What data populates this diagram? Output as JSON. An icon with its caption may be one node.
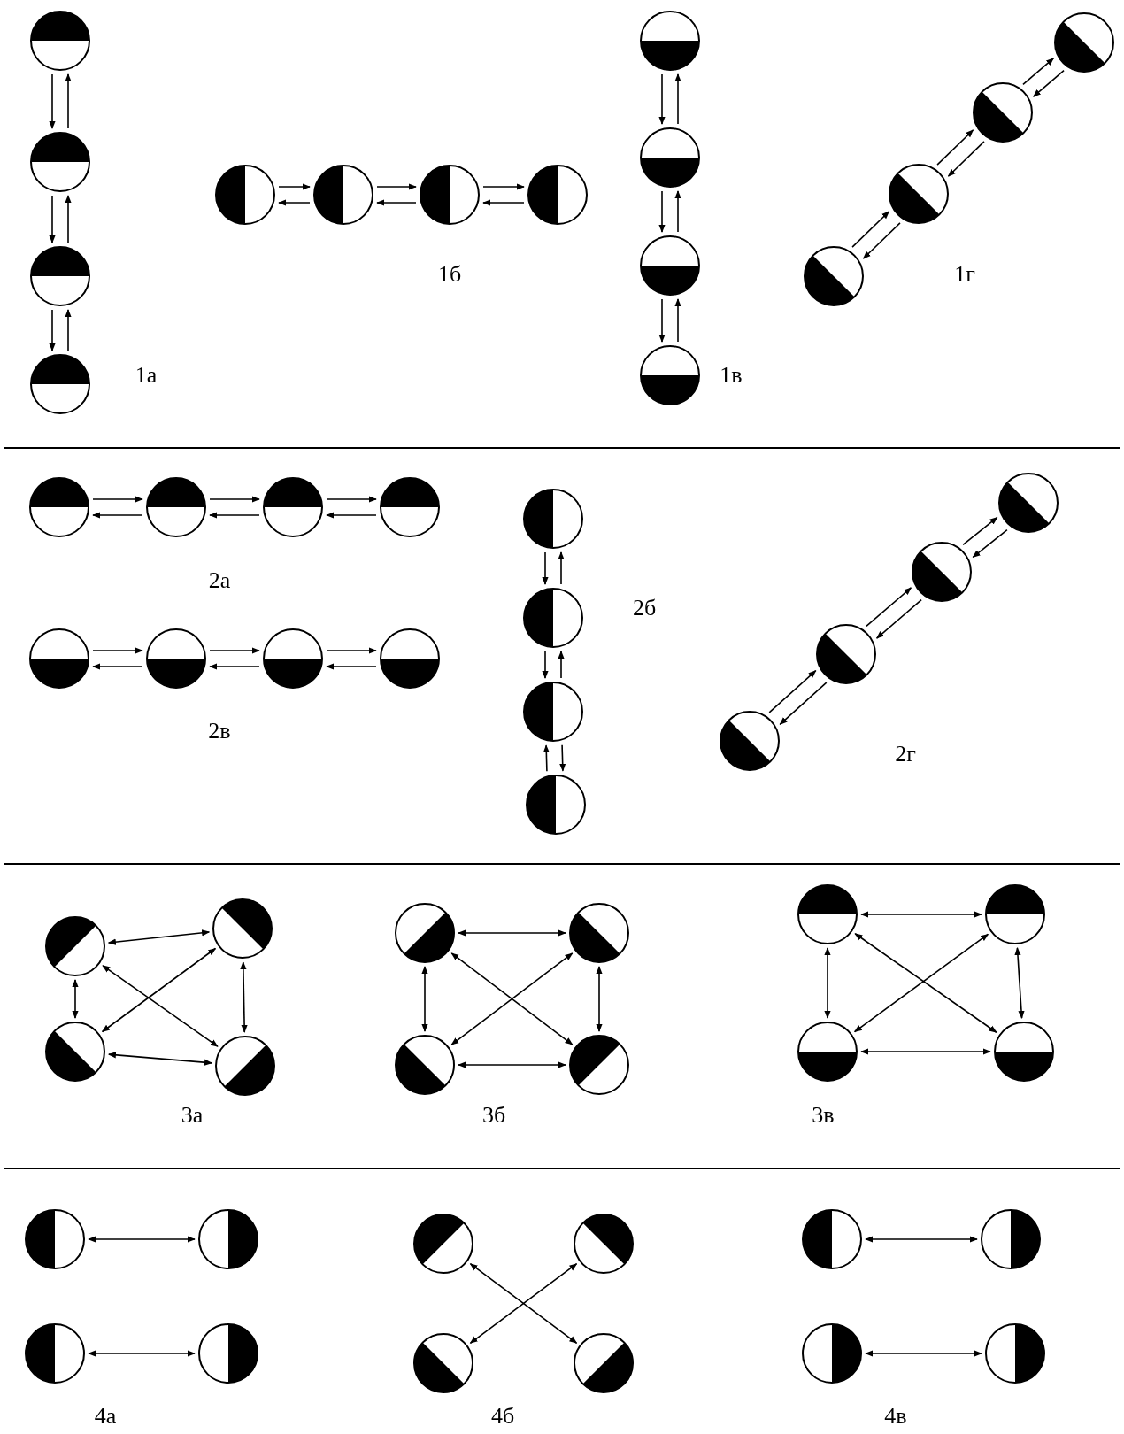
{
  "diagram": {
    "nodes": [
      {
        "text": [],
        "shape": "circle"
      },
      {
        "text": [],
        "shape": "circle"
      },
      {
        "text": [],
        "shape": "circle"
      },
      {
        "text": [],
        "shape": "circle"
      },
      {
        "text": [],
        "shape": "circle"
      },
      {
        "text": [],
        "shape": "circle"
      },
      {
        "text": [],
        "shape": "circle"
      },
      {
        "text": [],
        "shape": "circle"
      },
      {
        "text": [],
        "shape": "circle"
      },
      {
        "text": [],
        "shape": "circle"
      },
      {
        "text": [],
        "shape": "circle"
      },
      {
        "text": [],
        "shape": "circle"
      },
      {
        "text": [],
        "shape": "circle"
      },
      {
        "text": [],
        "shape": "circle"
      },
      {
        "text": [],
        "shape": "circle"
      },
      {
        "text": [],
        "shape": "circle"
      },
      {
        "text": [],
        "shape": "circle"
      },
      {
        "text": [],
        "shape": "circle"
      },
      {
        "text": [],
        "shape": "circle"
      },
      {
        "text": [],
        "shape": "circle"
      },
      {
        "text": [],
        "shape": "circle"
      },
      {
        "text": [],
        "shape": "circle"
      },
      {
        "text": [],
        "shape": "circle"
      },
      {
        "text": [],
        "shape": "circle"
      },
      {
        "text": [],
        "shape": "circle"
      },
      {
        "text": [],
        "shape": "circle"
      },
      {
        "text": [],
        "shape": "circle"
      },
      {
        "text": [],
        "shape": "circle"
      },
      {
        "text": [],
        "shape": "circle"
      },
      {
        "text": [],
        "shape": "circle"
      },
      {
        "text": [],
        "shape": "circle"
      },
      {
        "text": [],
        "shape": "circle"
      },
      {
        "text": [],
        "shape": "circle"
      },
      {
        "text": [],
        "shape": "circle"
      },
      {
        "text": [],
        "shape": "circle"
      },
      {
        "text": [],
        "shape": "circle"
      },
      {
        "text": [],
        "shape": "circle"
      },
      {
        "text": [],
        "shape": "circle"
      },
      {
        "text": [],
        "shape": "circle"
      },
      {
        "text": [],
        "shape": "circle"
      },
      {
        "text": [],
        "shape": "circle"
      },
      {
        "text": [],
        "shape": "circle"
      },
      {
        "text": [],
        "shape": "circle"
      },
      {
        "text": [],
        "shape": "circle"
      },
      {
        "text": [],
        "shape": "circle"
      },
      {
        "text": [],
        "shape": "circle"
      },
      {
        "text": [],
        "shape": "circle"
      },
      {
        "text": [],
        "shape": "circle"
      },
      {
        "text": [],
        "shape": "circle"
      },
      {
        "text": [],
        "shape": "circle"
      },
      {
        "text": [],
        "shape": "circle"
      },
      {
        "text": [],
        "shape": "circle"
      },
      {
        "text": [],
        "shape": "circle"
      },
      {
        "text": [],
        "shape": "circle"
      },
      {
        "text": [],
        "shape": "circle"
      },
      {
        "text": [],
        "shape": "circle"
      }
    ],
    "edges": [
      {
        "from": 0,
        "to": 1,
        "arrow": "to"
      },
      {
        "from": 1,
        "to": 0,
        "arrow": "to"
      },
      {
        "from": 1,
        "to": 2,
        "arrow": "to"
      },
      {
        "from": 2,
        "to": 1,
        "arrow": "to"
      },
      {
        "from": 2,
        "to": 3,
        "arrow": "to"
      },
      {
        "from": 3,
        "to": 2,
        "arrow": "to"
      },
      {
        "from": 4,
        "to": 5,
        "arrow": "to"
      },
      {
        "from": 5,
        "to": 4,
        "arrow": "to"
      },
      {
        "from": 5,
        "to": 6,
        "arrow": "to"
      },
      {
        "from": 6,
        "to": 5,
        "arrow": "to"
      },
      {
        "from": 6,
        "to": 7,
        "arrow": "to"
      },
      {
        "from": 7,
        "to": 6,
        "arrow": "to"
      },
      {
        "from": 8,
        "to": 9,
        "arrow": "to"
      },
      {
        "from": 9,
        "to": 8,
        "arrow": "to"
      },
      {
        "from": 9,
        "to": 10,
        "arrow": "to"
      },
      {
        "from": 10,
        "to": 9,
        "arrow": "to"
      },
      {
        "from": 10,
        "to": 11,
        "arrow": "to"
      },
      {
        "from": 11,
        "to": 10,
        "arrow": "to"
      },
      {
        "from": 12,
        "to": 13,
        "arrow": "to"
      },
      {
        "from": 13,
        "to": 12,
        "arrow": "to"
      },
      {
        "from": 13,
        "to": 14,
        "arrow": "to"
      },
      {
        "from": 14,
        "to": 13,
        "arrow": "to"
      },
      {
        "from": 14,
        "to": 15,
        "arrow": "to"
      },
      {
        "from": 15,
        "to": 14,
        "arrow": "to"
      },
      {
        "from": 16,
        "to": 17,
        "arrow": "to"
      },
      {
        "from": 17,
        "to": 16,
        "arrow": "to"
      },
      {
        "from": 17,
        "to": 18,
        "arrow": "to"
      },
      {
        "from": 18,
        "to": 17,
        "arrow": "to"
      },
      {
        "from": 18,
        "to": 19,
        "arrow": "to"
      },
      {
        "from": 19,
        "to": 18,
        "arrow": "to"
      },
      {
        "from": 20,
        "to": 21,
        "arrow": "to"
      },
      {
        "from": 21,
        "to": 20,
        "arrow": "to"
      },
      {
        "from": 21,
        "to": 22,
        "arrow": "to"
      },
      {
        "from": 22,
        "to": 21,
        "arrow": "to"
      },
      {
        "from": 22,
        "to": 23,
        "arrow": "to"
      },
      {
        "from": 23,
        "to": 22,
        "arrow": "to"
      },
      {
        "from": 24,
        "to": 25,
        "arrow": "to"
      },
      {
        "from": 25,
        "to": 24,
        "arrow": "to"
      },
      {
        "from": 25,
        "to": 26,
        "arrow": "to"
      },
      {
        "from": 26,
        "to": 25,
        "arrow": "to"
      },
      {
        "from": 26,
        "to": 27,
        "arrow": "to"
      },
      {
        "from": 27,
        "to": 26,
        "arrow": "to"
      },
      {
        "from": 28,
        "to": 29,
        "arrow": "to"
      },
      {
        "from": 29,
        "to": 28,
        "arrow": "to"
      },
      {
        "from": 29,
        "to": 30,
        "arrow": "to"
      },
      {
        "from": 30,
        "to": 29,
        "arrow": "to"
      },
      {
        "from": 30,
        "to": 31,
        "arrow": "to"
      },
      {
        "from": 31,
        "to": 30,
        "arrow": "to"
      },
      {
        "from": 32,
        "to": 33,
        "arrow": "both"
      },
      {
        "from": 32,
        "to": 34,
        "arrow": "both"
      },
      {
        "from": 32,
        "to": 35,
        "arrow": "both"
      },
      {
        "from": 33,
        "to": 34,
        "arrow": "both"
      },
      {
        "from": 33,
        "to": 35,
        "arrow": "both"
      },
      {
        "from": 34,
        "to": 35,
        "arrow": "both"
      },
      {
        "from": 36,
        "to": 37,
        "arrow": "both"
      },
      {
        "from": 36,
        "to": 38,
        "arrow": "both"
      },
      {
        "from": 36,
        "to": 39,
        "arrow": "both"
      },
      {
        "from": 37,
        "to": 38,
        "arrow": "both"
      },
      {
        "from": 37,
        "to": 39,
        "arrow": "both"
      },
      {
        "from": 38,
        "to": 39,
        "arrow": "both"
      },
      {
        "from": 40,
        "to": 41,
        "arrow": "both"
      },
      {
        "from": 40,
        "to": 42,
        "arrow": "both"
      },
      {
        "from": 40,
        "to": 43,
        "arrow": "both"
      },
      {
        "from": 41,
        "to": 42,
        "arrow": "both"
      },
      {
        "from": 41,
        "to": 43,
        "arrow": "both"
      },
      {
        "from": 42,
        "to": 43,
        "arrow": "both"
      },
      {
        "from": 44,
        "to": 45,
        "arrow": "both"
      },
      {
        "from": 46,
        "to": 47,
        "arrow": "both"
      },
      {
        "from": 48,
        "to": 51,
        "arrow": "both"
      },
      {
        "from": 49,
        "to": 50,
        "arrow": "both"
      },
      {
        "from": 52,
        "to": 53,
        "arrow": "both"
      },
      {
        "from": 54,
        "to": 55,
        "arrow": "both"
      }
    ],
    "labels": [
      "1а",
      "1б",
      "1в",
      "1г",
      "2а",
      "2в",
      "2б",
      "2г",
      "3а",
      "3б",
      "3в",
      "4а",
      "4б",
      "4в"
    ]
  }
}
